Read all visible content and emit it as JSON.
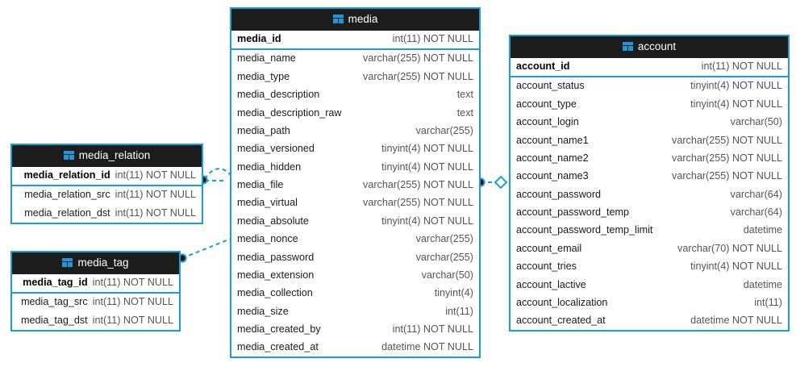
{
  "diagram": {
    "type": "database-er-diagram",
    "background": "#ffffff",
    "accent_color": "#1a9fd4",
    "header_color": "#1c1c1c",
    "type_text_color": "#555555"
  },
  "tables": [
    {
      "name": "media",
      "icon": "table-icon",
      "primary_key": {
        "column": "media_id",
        "type": "int(11) NOT NULL"
      },
      "columns": [
        {
          "column": "media_name",
          "type": "varchar(255) NOT NULL"
        },
        {
          "column": "media_type",
          "type": "varchar(255) NOT NULL"
        },
        {
          "column": "media_description",
          "type": "text"
        },
        {
          "column": "media_description_raw",
          "type": "text"
        },
        {
          "column": "media_path",
          "type": "varchar(255)"
        },
        {
          "column": "media_versioned",
          "type": "tinyint(4) NOT NULL"
        },
        {
          "column": "media_hidden",
          "type": "tinyint(4) NOT NULL"
        },
        {
          "column": "media_file",
          "type": "varchar(255) NOT NULL"
        },
        {
          "column": "media_virtual",
          "type": "varchar(255) NOT NULL"
        },
        {
          "column": "media_absolute",
          "type": "tinyint(4) NOT NULL"
        },
        {
          "column": "media_nonce",
          "type": "varchar(255)"
        },
        {
          "column": "media_password",
          "type": "varchar(255)"
        },
        {
          "column": "media_extension",
          "type": "varchar(50)"
        },
        {
          "column": "media_collection",
          "type": "tinyint(4)"
        },
        {
          "column": "media_size",
          "type": "int(11)"
        },
        {
          "column": "media_created_by",
          "type": "int(11) NOT NULL"
        },
        {
          "column": "media_created_at",
          "type": "datetime NOT NULL"
        }
      ]
    },
    {
      "name": "account",
      "icon": "table-icon",
      "primary_key": {
        "column": "account_id",
        "type": "int(11) NOT NULL"
      },
      "columns": [
        {
          "column": "account_status",
          "type": "tinyint(4) NOT NULL"
        },
        {
          "column": "account_type",
          "type": "tinyint(4) NOT NULL"
        },
        {
          "column": "account_login",
          "type": "varchar(50)"
        },
        {
          "column": "account_name1",
          "type": "varchar(255) NOT NULL"
        },
        {
          "column": "account_name2",
          "type": "varchar(255) NOT NULL"
        },
        {
          "column": "account_name3",
          "type": "varchar(255) NOT NULL"
        },
        {
          "column": "account_password",
          "type": "varchar(64)"
        },
        {
          "column": "account_password_temp",
          "type": "varchar(64)"
        },
        {
          "column": "account_password_temp_limit",
          "type": "datetime"
        },
        {
          "column": "account_email",
          "type": "varchar(70) NOT NULL"
        },
        {
          "column": "account_tries",
          "type": "tinyint(4) NOT NULL"
        },
        {
          "column": "account_lactive",
          "type": "datetime"
        },
        {
          "column": "account_localization",
          "type": "int(11)"
        },
        {
          "column": "account_created_at",
          "type": "datetime NOT NULL"
        }
      ]
    },
    {
      "name": "media_relation",
      "icon": "table-icon",
      "primary_key": {
        "column": "media_relation_id",
        "type": "int(11) NOT NULL"
      },
      "columns": [
        {
          "column": "media_relation_src",
          "type": "int(11) NOT NULL"
        },
        {
          "column": "media_relation_dst",
          "type": "int(11) NOT NULL"
        }
      ]
    },
    {
      "name": "media_tag",
      "icon": "table-icon",
      "primary_key": {
        "column": "media_tag_id",
        "type": "int(11) NOT NULL"
      },
      "columns": [
        {
          "column": "media_tag_src",
          "type": "int(11) NOT NULL"
        },
        {
          "column": "media_tag_dst",
          "type": "int(11) NOT NULL"
        }
      ]
    }
  ],
  "relationships": [
    {
      "from": "media_relation",
      "to": "media",
      "style": "dashed",
      "source_marker": "filled-dot",
      "target_marker": "hollow-diamond"
    },
    {
      "from": "media_relation",
      "to": "media",
      "style": "dashed",
      "source_marker": "filled-dot",
      "target_marker": "hollow-diamond"
    },
    {
      "from": "media_tag",
      "to": "media",
      "style": "dashed",
      "source_marker": "filled-dot",
      "target_marker": "hollow-diamond"
    },
    {
      "from": "media",
      "to": "account",
      "style": "dashed",
      "source_marker": "filled-dot",
      "target_marker": "hollow-diamond"
    }
  ]
}
